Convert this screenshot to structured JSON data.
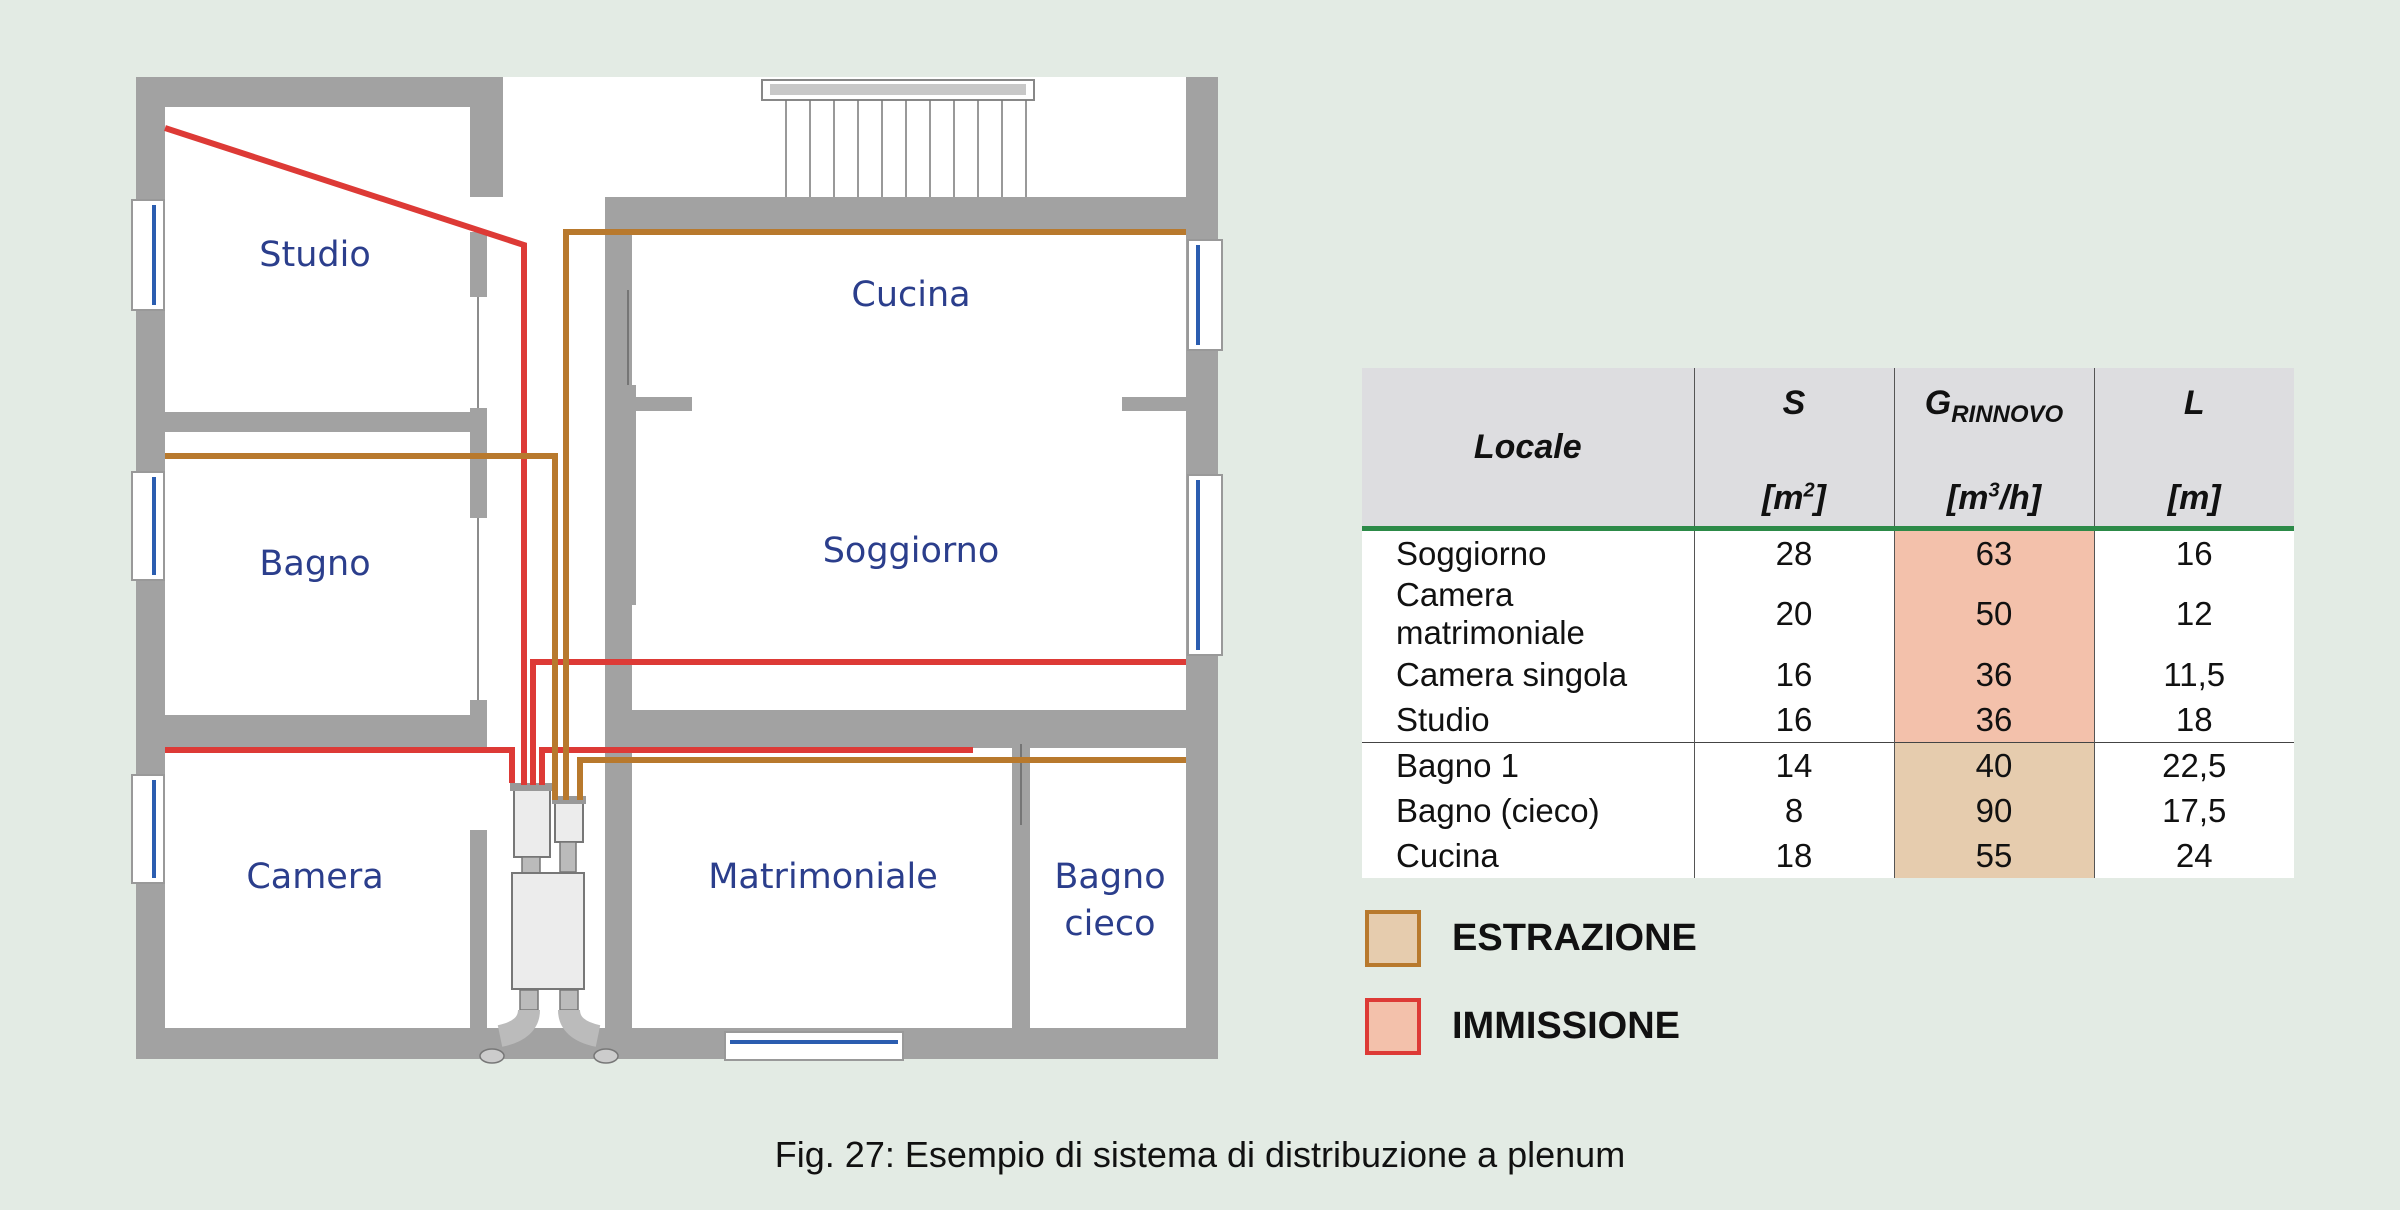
{
  "colors": {
    "background": "#e3ebe4",
    "wall": "#a2a2a2",
    "estrazione": "#b8792d",
    "immissione": "#dd3a36",
    "estrazione_fill": "#e6ccae",
    "immissione_fill": "#f3c1ab",
    "room_label": "#2b3e8c",
    "table_divider": "#2c8a48"
  },
  "plan": {
    "rooms": {
      "studio": "Studio",
      "cucina": "Cucina",
      "soggiorno": "Soggiorno",
      "bagno": "Bagno",
      "camera": "Camera",
      "matrimoniale": "Matrimoniale",
      "bagno_cieco_1": "Bagno",
      "bagno_cieco_2": "cieco"
    }
  },
  "table": {
    "headers": {
      "locale": "Locale",
      "s": "S",
      "s_unit_base": "[m",
      "s_unit_exp": "2",
      "s_unit_close": "]",
      "g": "G",
      "g_sub": "RINNOVO",
      "g_unit_base": "[m",
      "g_unit_exp": "3",
      "g_unit_close": "/h]",
      "l": "L",
      "l_unit": "[m]"
    },
    "rows": [
      {
        "locale": "Soggiorno",
        "s": "28",
        "g": "63",
        "l": "16"
      },
      {
        "locale": "Camera matrimoniale",
        "s": "20",
        "g": "50",
        "l": "12"
      },
      {
        "locale": "Camera singola",
        "s": "16",
        "g": "36",
        "l": "11,5"
      },
      {
        "locale": "Studio",
        "s": "16",
        "g": "36",
        "l": "18"
      },
      {
        "locale": "Bagno 1",
        "s": "14",
        "g": "40",
        "l": "22,5"
      },
      {
        "locale": "Bagno (cieco)",
        "s": "8",
        "g": "90",
        "l": "17,5"
      },
      {
        "locale": "Cucina",
        "s": "18",
        "g": "55",
        "l": "24"
      }
    ]
  },
  "legend": {
    "estrazione": "ESTRAZIONE",
    "immissione": "IMMISSIONE"
  },
  "caption": "Fig. 27: Esempio di sistema di distribuzione a plenum"
}
